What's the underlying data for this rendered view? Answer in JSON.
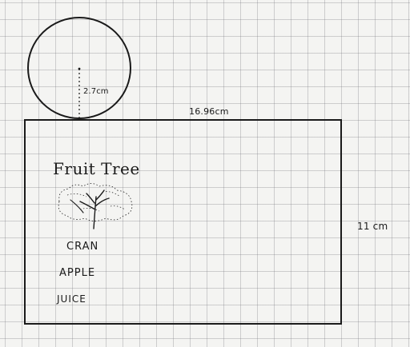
{
  "diagram": {
    "lid": {
      "radius_label": "2.7cm"
    },
    "label_rectangle": {
      "width_label": "16.96cm",
      "height_label": "11 cm"
    },
    "label_artwork": {
      "title": "Fruit Tree",
      "product_lines": [
        "CRAN",
        "APPLE",
        "JUICE"
      ]
    },
    "colors": {
      "ink": "#1a1a1a",
      "paper": "#f4f4f2",
      "grid": "#8b8b94"
    }
  }
}
